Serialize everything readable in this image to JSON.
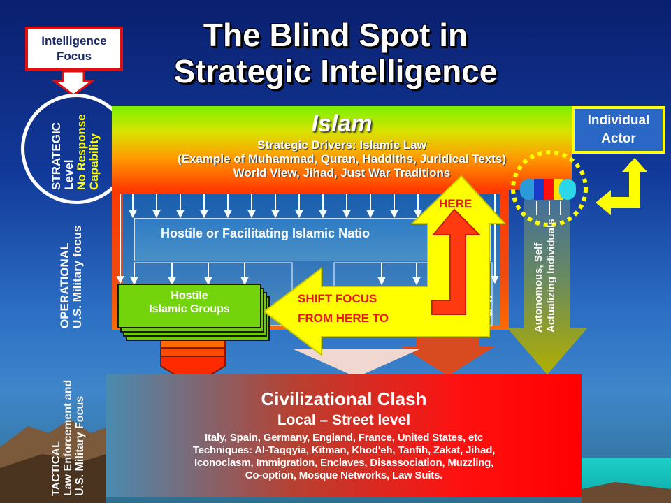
{
  "title": {
    "line1": "The Blind Spot in",
    "line2": "Strategic Intelligence"
  },
  "intelligence_focus": {
    "line1": "Intelligence",
    "line2": "Focus"
  },
  "strategic_label": {
    "line1": "STRATEGIC",
    "line2": "Level",
    "line3": "No Response",
    "line4": "Capability"
  },
  "operational_label": {
    "line1": "OPERATIONAL",
    "line2": "U.S. Military focus"
  },
  "tactical_label": {
    "line1": "TACTICAL",
    "line2": "Law Enforcement and",
    "line3": "U.S. Military Focus"
  },
  "islam": {
    "title": "Islam",
    "line1": "Strategic Drivers: Islamic Law",
    "line2": "(Example of Muhammad, Quran, Haddiths, Juridical Texts)",
    "line3": "World View,  Jihad, Just War Traditions"
  },
  "nations": {
    "label": "Hostile or Facilitating Islamic Natio"
  },
  "groups": {
    "line1": "Hostile",
    "line2": "Islamic Groups"
  },
  "hidden_right": {
    "line1": "c",
    "line2": "s"
  },
  "here": {
    "label": "HERE"
  },
  "shift": {
    "line1": "SHIFT FOCUS",
    "line2": "FROM HERE TO"
  },
  "individual_actor": {
    "line1": "Individual",
    "line2": "Actor"
  },
  "autonomous": {
    "line1": "Autonomous, Self",
    "line2": "Actualizing Individuals"
  },
  "civilizational": {
    "title": "Civilizational Clash",
    "subtitle": "Local – Street level",
    "line1": "Italy, Spain, Germany, England, France, United States, etc",
    "line2": "Techniques: Al-Taqqyia, Kitman, Khod'eh, Tanfih, Zakat, Jihad,",
    "line3": "Iconoclasm, Immigration, Enclaves, Disassociation, Muzzling,",
    "line4": "Co-option, Mosque Networks, Law Suits."
  },
  "colors": {
    "yellow": "#ffff00",
    "red": "#e8180c",
    "green": "#74d40c",
    "blue_bg": "#123a9a"
  }
}
